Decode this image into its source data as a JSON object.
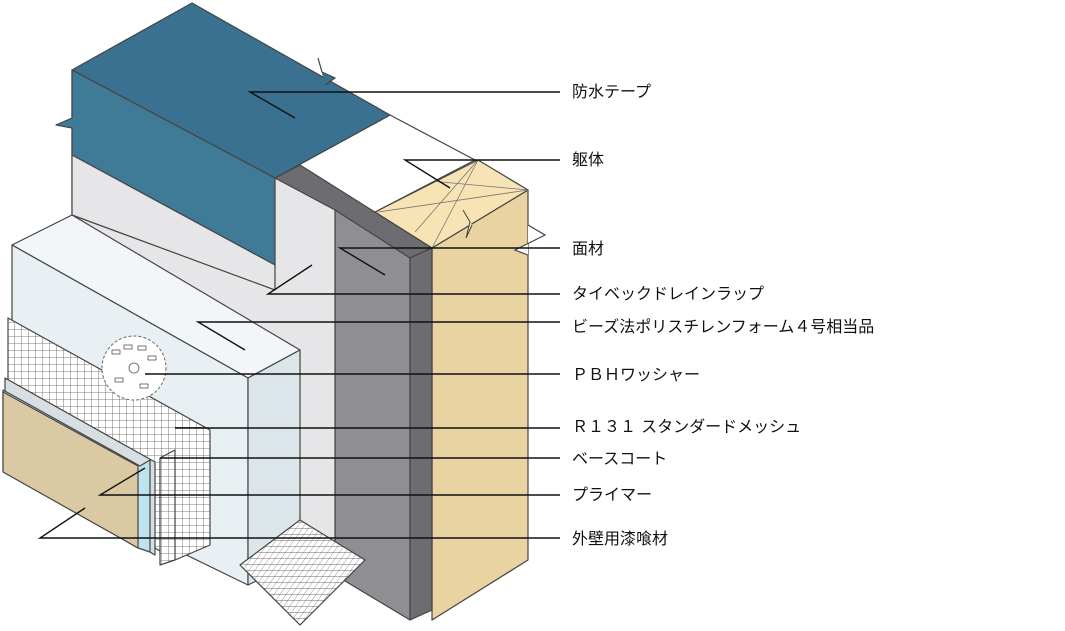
{
  "labels": {
    "waterproof_tape": "防水テープ",
    "structure": "躯体",
    "sheathing": "面材",
    "tyvek": "タイベックドレインラップ",
    "eps_foam": "ビーズ法ポリスチレンフォーム４号相当品",
    "pbh_washer": "ＰＢＨワッシャー",
    "mesh": "Ｒ１３１ スタンダードメッシュ",
    "base_coat": "ベースコート",
    "primer": "プライマー",
    "finish": "外壁用漆喰材"
  },
  "colors": {
    "tape": "#3f7a96",
    "tape_top": "#3a7190",
    "wood": "#e9d3a1",
    "wood_top": "#f7e3b4",
    "sheathing": "#8f8f93",
    "sheathing_dark": "#6d6d71",
    "tyvek": "#e6e6e8",
    "foam": "#e9f0f4",
    "foam_side": "#dce5ea",
    "primer": "#bfe3ee",
    "finish": "#dbc9a3"
  }
}
